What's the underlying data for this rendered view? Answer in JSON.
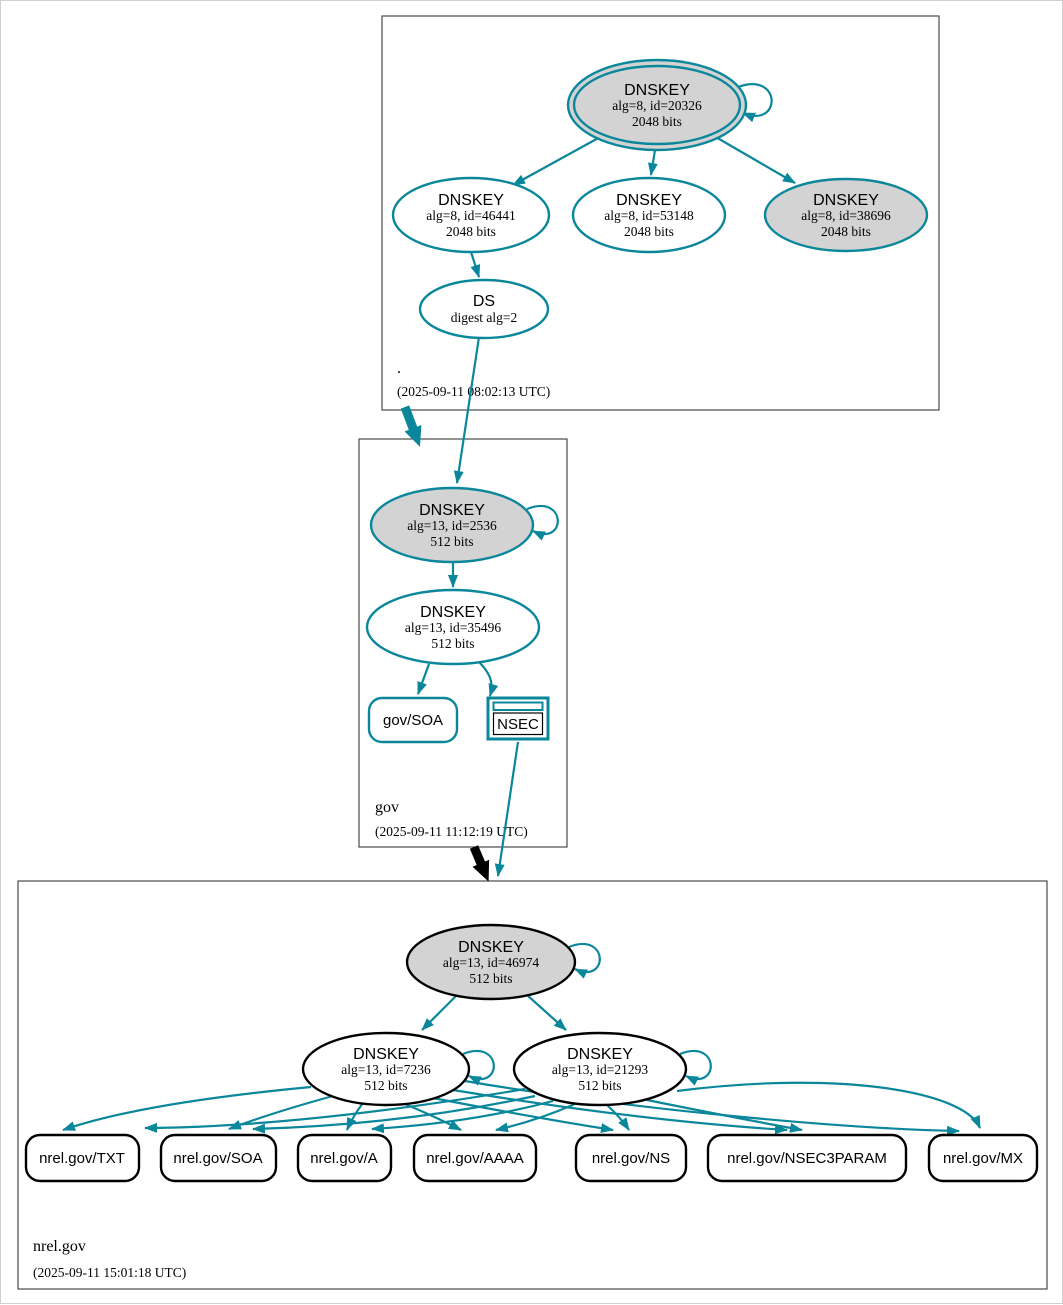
{
  "diagram": {
    "type": "dnssec-authentication-chain-graph",
    "colors": {
      "secure_edge": "#0a879a",
      "insecure_edge": "#000000",
      "ksk_fill": "#d3d3d3",
      "node_fill": "#ffffff",
      "background": "#ffffff"
    },
    "zones": [
      {
        "name": ".",
        "timestamp": "(2025-09-11 08:02:13 UTC)",
        "nodes": {
          "ksk": {
            "title": "DNSKEY",
            "detail": "alg=8, id=20326",
            "bits": "2048 bits"
          },
          "key46441": {
            "title": "DNSKEY",
            "detail": "alg=8, id=46441",
            "bits": "2048 bits"
          },
          "key53148": {
            "title": "DNSKEY",
            "detail": "alg=8, id=53148",
            "bits": "2048 bits"
          },
          "key38696": {
            "title": "DNSKEY",
            "detail": "alg=8, id=38696",
            "bits": "2048 bits"
          },
          "ds": {
            "title": "DS",
            "detail": "digest alg=2"
          }
        }
      },
      {
        "name": "gov",
        "timestamp": "(2025-09-11 11:12:19 UTC)",
        "nodes": {
          "ksk": {
            "title": "DNSKEY",
            "detail": "alg=13, id=2536",
            "bits": "512 bits"
          },
          "zsk": {
            "title": "DNSKEY",
            "detail": "alg=13, id=35496",
            "bits": "512 bits"
          },
          "soa": {
            "label": "gov/SOA"
          },
          "nsec": {
            "label": "NSEC"
          }
        }
      },
      {
        "name": "nrel.gov",
        "timestamp": "(2025-09-11 15:01:18 UTC)",
        "nodes": {
          "ksk": {
            "title": "DNSKEY",
            "detail": "alg=13, id=46974",
            "bits": "512 bits"
          },
          "zsk1": {
            "title": "DNSKEY",
            "detail": "alg=13, id=7236",
            "bits": "512 bits"
          },
          "zsk2": {
            "title": "DNSKEY",
            "detail": "alg=13, id=21293",
            "bits": "512 bits"
          },
          "rrsets": [
            {
              "label": "nrel.gov/TXT"
            },
            {
              "label": "nrel.gov/SOA"
            },
            {
              "label": "nrel.gov/A"
            },
            {
              "label": "nrel.gov/AAAA"
            },
            {
              "label": "nrel.gov/NS"
            },
            {
              "label": "nrel.gov/NSEC3PARAM"
            },
            {
              "label": "nrel.gov/MX"
            }
          ]
        }
      }
    ]
  }
}
